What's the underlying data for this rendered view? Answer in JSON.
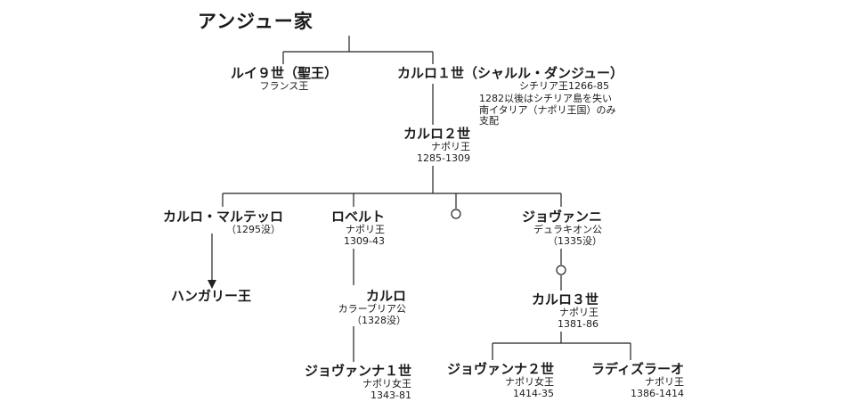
{
  "title": "アンジュー家",
  "persons": {
    "louis9": {
      "name": "ルイ９世（聖王）",
      "title": "フランス王"
    },
    "carlo1": {
      "name": "カルロ１世（シャルル・ダンジュー）",
      "title": "シチリア王1266-85",
      "note1": "1282以後はシチリア島を失い",
      "note2": "南イタリア（ナポリ王国）のみ",
      "note3": "支配"
    },
    "carlo2": {
      "name": "カルロ２世",
      "title": "ナポリ王",
      "years": "1285-1309"
    },
    "carlo_martello": {
      "name": "カルロ・マルテッロ",
      "years": "（1295没）"
    },
    "hungary": {
      "name": "ハンガリー王"
    },
    "roberto": {
      "name": "ロベルト",
      "title": "ナポリ王",
      "years": "1309-43"
    },
    "giovanni": {
      "name": "ジョヴァンニ",
      "title": "デュラキオン公",
      "years": "（1335没）"
    },
    "carlo_calabria": {
      "name": "カルロ",
      "title": "カラーブリア公",
      "years": "（1328没）"
    },
    "carlo3": {
      "name": "カルロ３世",
      "title": "ナポリ王",
      "years": "1381-86"
    },
    "giovanna1": {
      "name": "ジョヴァンナ１世",
      "title": "ナポリ女王",
      "years": "1343-81"
    },
    "giovanna2": {
      "name": "ジョヴァンナ２世",
      "title": "ナポリ女王",
      "years": "1414-35"
    },
    "ladislao": {
      "name": "ラディズラーオ",
      "title": "ナポリ王",
      "years": "1386-1414"
    }
  }
}
